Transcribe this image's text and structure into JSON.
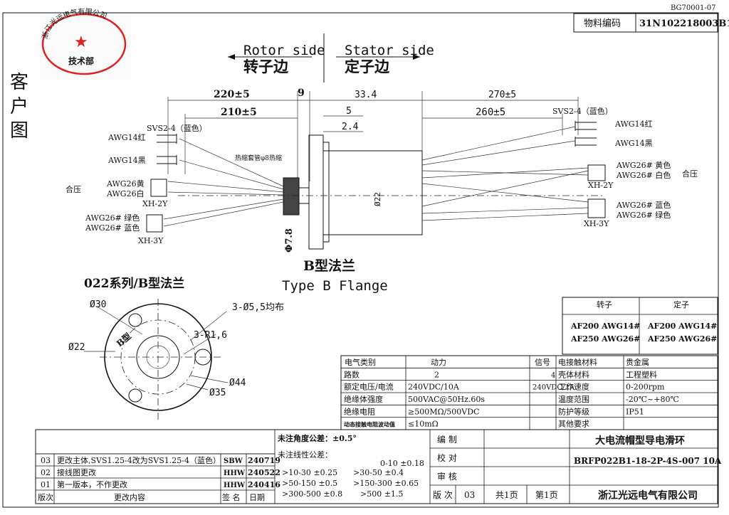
{
  "doc_code": "BG70001-07",
  "material": {
    "label": "物料编码",
    "value": "31N102218003B1"
  },
  "stamp": {
    "company": "浙江光远电气有限公司",
    "dept": "技术部"
  },
  "side_title": "客户图",
  "sides": {
    "rotor_en": "Rotor side",
    "rotor_cn": "转子边",
    "stator_en": "Stator side",
    "stator_cn": "定子边"
  },
  "dims": {
    "d220": "220±5",
    "d9": "9",
    "d210": "210±5",
    "d33": "33.4",
    "d5": "5",
    "d24": "2.4",
    "d270": "270±5",
    "d260": "260±5",
    "d78": "Φ7.8",
    "d22v": "Ø22"
  },
  "rotor_wires": {
    "svs": "SVS2-4（蓝色）",
    "red": "AWG14红",
    "black": "AWG14黑",
    "crimp": "合压",
    "yellow": "AWG26黄",
    "white": "AWG26白",
    "xh2": "XH-2Y",
    "green": "AWG26# 绿色",
    "blue": "AWG26# 蓝色",
    "xh3": "XH-3Y",
    "heat": "热缩套管φ8热缩"
  },
  "stator_wires": {
    "svs": "SVS2-4（蓝色）",
    "red": "AWG14红",
    "black": "AWG14黑",
    "yellow": "AWG26# 黄色",
    "white": "AWG26# 白色",
    "crimp": "合压",
    "xh2": "XH-2Y",
    "blue": "AWG26# 蓝色",
    "green": "AWG26# 绿色",
    "xh3": "XH-3Y"
  },
  "flange": {
    "cn": "B型法兰",
    "en": "Type B Flange"
  },
  "series_title": "022系列/B型法兰",
  "circle": {
    "d30": "Ø30",
    "holes": "3-Ø5,5均布",
    "r16": "3-R1,6",
    "d22": "Ø22",
    "d44": "Ø44",
    "d35": "Ø35",
    "rot": "B型"
  },
  "wire_spec": {
    "rotor_label": "转子",
    "stator_label": "定子",
    "rotor": [
      "AF200 AWG14#",
      "AF250 AWG26#"
    ],
    "stator": [
      "AF200 AWG14#",
      "AF250 AWG26#"
    ]
  },
  "spec": {
    "header": [
      "电气类别",
      "动力",
      "信号"
    ],
    "rows": [
      [
        "路数",
        "2",
        "4"
      ],
      [
        "额定电压/电流",
        "240VDC/10A",
        "240VDC/2A"
      ],
      [
        "绝缘体强度",
        "500VAC@50Hz.60s",
        ""
      ],
      [
        "绝缘电阻",
        "≥500MΩ/500VDC",
        ""
      ],
      [
        "动态接触电阻波动值",
        "≤10mΩ",
        ""
      ]
    ],
    "right": [
      [
        "电接触材料",
        "贵金属"
      ],
      [
        "壳体材料",
        "工程塑料"
      ],
      [
        "工作速度",
        "0-200rpm"
      ],
      [
        "温度范围",
        "-20℃~+80℃"
      ],
      [
        "防护等级",
        "IP51"
      ],
      [
        "其他要求",
        ""
      ]
    ]
  },
  "revisions": [
    {
      "v": "03",
      "content": "更改主体,SVS1.25-4改为SVS1.25-4（蓝色）",
      "sign": "SBW",
      "date": "240719"
    },
    {
      "v": "02",
      "content": "接线图更改",
      "sign": "HHW",
      "date": "240522"
    },
    {
      "v": "01",
      "content": "第一版本，不作更改",
      "sign": "HHW",
      "date": "240416"
    }
  ],
  "rev_header": {
    "v": "版次",
    "content": "更改内容",
    "sign": "签 名",
    "date": "日期"
  },
  "tolerance": {
    "angle": "未注角度公差：±0.5°",
    "linear": "未注线性公差：",
    "items": [
      "0-10 ±0.18",
      ">10-30 ±0.25",
      ">30-50 ±0.4",
      ">50-150 ±0.5",
      ">150-300 ±0.65",
      ">300-500 ±0.8",
      ">500 ±1.5"
    ]
  },
  "approval": {
    "make": "编 制",
    "check": "校 对",
    "review": "审 核",
    "version": "版 次",
    "version_val": "03",
    "total": "共1页",
    "page": "第1页"
  },
  "product": {
    "name": "大电流帽型导电滑环",
    "model": "BRFP022B1-18-2P-4S-007 10A",
    "company": "浙江光远电气有限公司"
  }
}
